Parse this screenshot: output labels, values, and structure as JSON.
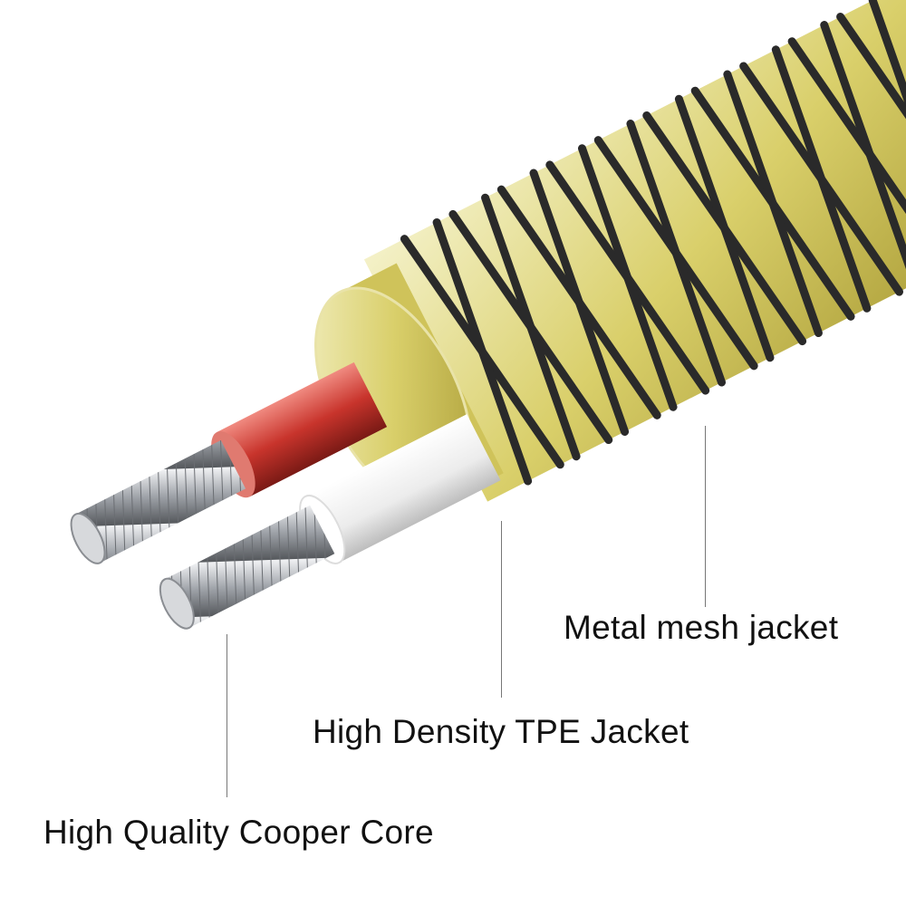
{
  "labels": {
    "mesh": "Metal mesh jacket",
    "tpe": "High Density TPE Jacket",
    "core": "High Quality Cooper Core"
  },
  "colors": {
    "tpe": "#d8d07a",
    "mesh": "#2a2a2a",
    "red_insulation": "#c8342c",
    "white_insulation": "#f2f2f2",
    "copper_strand": "#b9bcc0"
  }
}
